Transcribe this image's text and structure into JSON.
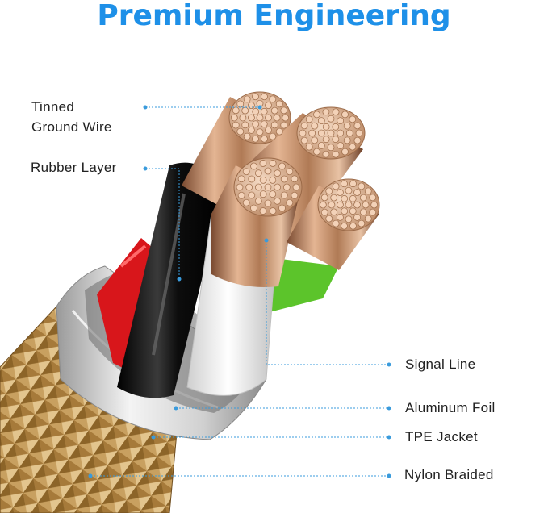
{
  "title": "Premium Engineering",
  "labels": {
    "tinned_ground_wire_line1": "Tinned",
    "tinned_ground_wire_line2": "Ground Wire",
    "rubber_layer": "Rubber Layer",
    "signal_line": "Signal Line",
    "aluminum_foil": "Aluminum Foil",
    "tpe_jacket": "TPE Jacket",
    "nylon_braided": "Nylon Braided"
  },
  "colors": {
    "title": "#1E90E8",
    "leader": "#3A9BDC",
    "copper": "#D9A07A",
    "black_core": "#111111",
    "red_core": "#D8161B",
    "white_core": "#F2F2F2",
    "green_core": "#5CC42B",
    "braid": "#B88C4A"
  }
}
